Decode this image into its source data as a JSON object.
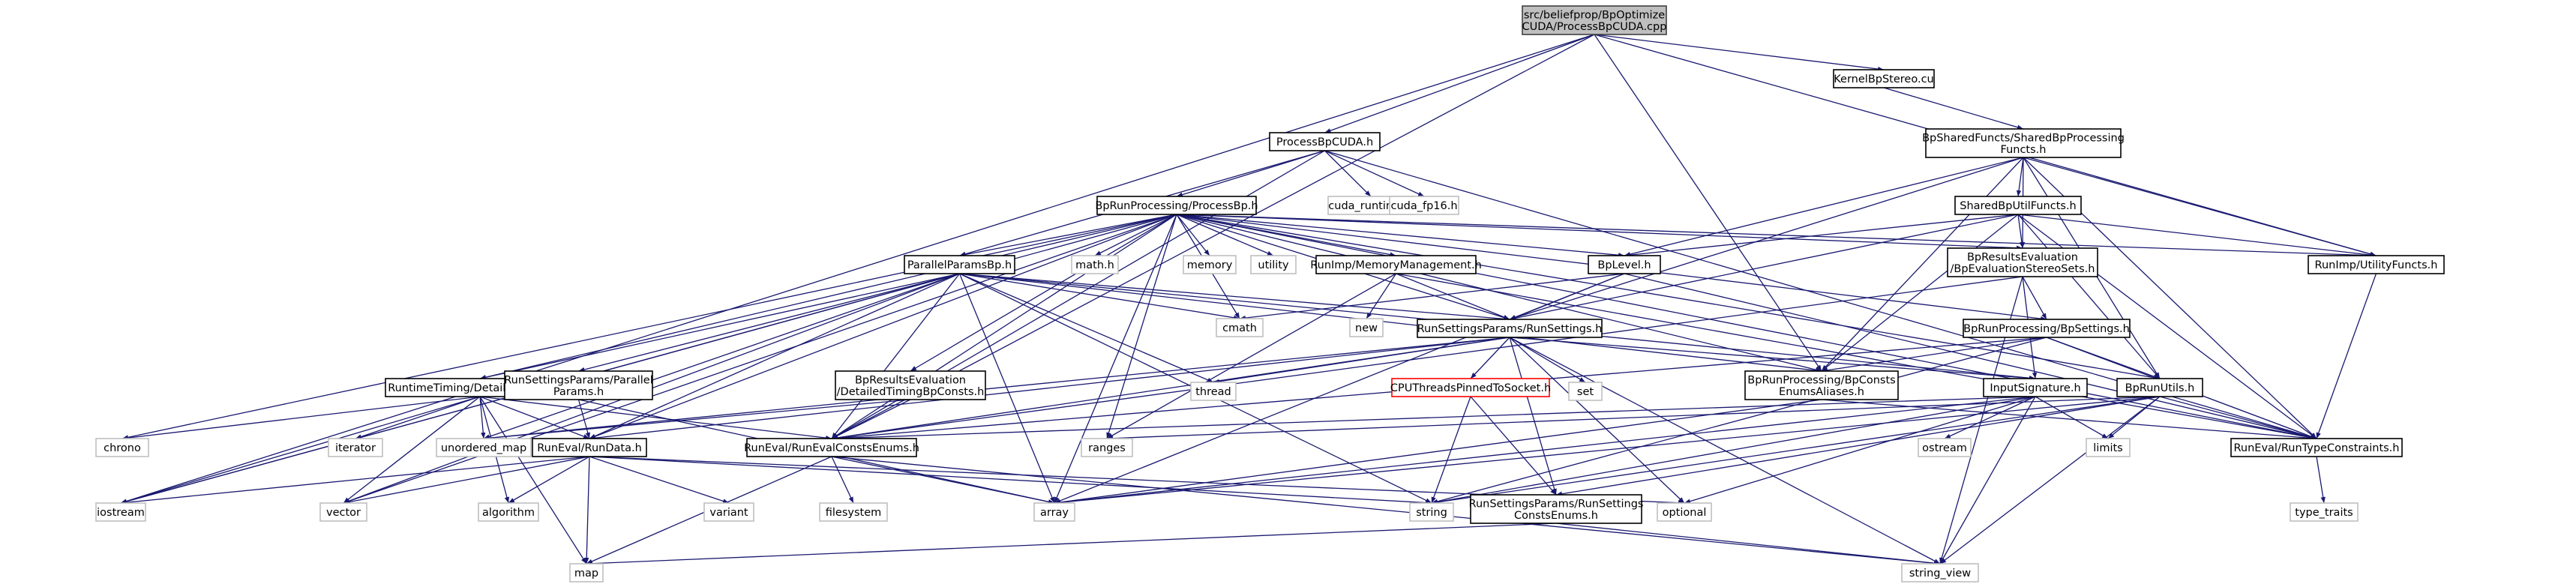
{
  "colors": {
    "edge": "#191970",
    "root_fill": "#bfbfbf",
    "root_stroke": "#404040",
    "local_stroke": "#000000",
    "missing_stroke": "#bfbfbf",
    "red_stroke": "#ff0000",
    "label": "#000000"
  },
  "graph": {
    "nodes": [
      {
        "id": "root",
        "kind": "root",
        "lines": [
          "src/beliefprop/BpOptimize",
          "CUDA/ProcessBpCUDA.cpp"
        ]
      },
      {
        "id": "processbpcuda_h",
        "kind": "local",
        "lines": [
          "ProcessBpCUDA.h"
        ]
      },
      {
        "id": "kernelbpstereo",
        "kind": "local",
        "lines": [
          "KernelBpStereo.cu"
        ]
      },
      {
        "id": "sharedbpprocessing",
        "kind": "local",
        "lines": [
          "BpSharedFuncts/SharedBpProcessing",
          "Functs.h"
        ]
      },
      {
        "id": "processbp_h",
        "kind": "local",
        "lines": [
          "BpRunProcessing/ProcessBp.h"
        ]
      },
      {
        "id": "cuda_runtime",
        "kind": "missing",
        "lines": [
          "cuda_runtime.h"
        ]
      },
      {
        "id": "cuda_fp16",
        "kind": "missing",
        "lines": [
          "cuda_fp16.h"
        ]
      },
      {
        "id": "sharedbputil",
        "kind": "local",
        "lines": [
          "SharedBpUtilFuncts.h"
        ]
      },
      {
        "id": "parallelparamsbp",
        "kind": "local",
        "lines": [
          "ParallelParamsBp.h"
        ]
      },
      {
        "id": "mathh",
        "kind": "missing",
        "lines": [
          "math.h"
        ]
      },
      {
        "id": "memory",
        "kind": "missing",
        "lines": [
          "memory"
        ]
      },
      {
        "id": "utility",
        "kind": "missing",
        "lines": [
          "utility"
        ]
      },
      {
        "id": "memorymanagement",
        "kind": "local",
        "lines": [
          "RunImp/MemoryManagement.h"
        ]
      },
      {
        "id": "bplevel",
        "kind": "local",
        "lines": [
          "BpLevel.h"
        ]
      },
      {
        "id": "bpevaluation",
        "kind": "local",
        "lines": [
          "BpResultsEvaluation",
          "/BpEvaluationStereoSets.h"
        ]
      },
      {
        "id": "utilityfuncts",
        "kind": "local",
        "lines": [
          "RunImp/UtilityFuncts.h"
        ]
      },
      {
        "id": "cmath",
        "kind": "missing",
        "lines": [
          "cmath"
        ]
      },
      {
        "id": "new",
        "kind": "missing",
        "lines": [
          "new"
        ]
      },
      {
        "id": "runsettings",
        "kind": "local",
        "lines": [
          "RunSettingsParams/RunSettings.h"
        ]
      },
      {
        "id": "bpsettings",
        "kind": "local",
        "lines": [
          "BpRunProcessing/BpSettings.h"
        ]
      },
      {
        "id": "detailedtimings",
        "kind": "local",
        "lines": [
          "RuntimeTiming/DetailedTimings.h"
        ]
      },
      {
        "id": "runsettingsparallel",
        "kind": "local",
        "lines": [
          "RunSettingsParams/Parallel",
          "Params.h"
        ]
      },
      {
        "id": "detailedtimingbpconsts",
        "kind": "local",
        "lines": [
          "BpResultsEvaluation",
          "/DetailedTimingBpConsts.h"
        ]
      },
      {
        "id": "thread",
        "kind": "missing",
        "lines": [
          "thread"
        ]
      },
      {
        "id": "cputhreads",
        "kind": "red",
        "lines": [
          "CPUThreadsPinnedToSocket.h"
        ]
      },
      {
        "id": "set",
        "kind": "missing",
        "lines": [
          "set"
        ]
      },
      {
        "id": "bpconstsenums",
        "kind": "local",
        "lines": [
          "BpRunProcessing/BpConsts",
          "EnumsAliases.h"
        ]
      },
      {
        "id": "inputsignature",
        "kind": "local",
        "lines": [
          "InputSignature.h"
        ]
      },
      {
        "id": "bprunutils",
        "kind": "local",
        "lines": [
          "BpRunUtils.h"
        ]
      },
      {
        "id": "chrono",
        "kind": "missing",
        "lines": [
          "chrono"
        ]
      },
      {
        "id": "iterator",
        "kind": "missing",
        "lines": [
          "iterator"
        ]
      },
      {
        "id": "unordered_map",
        "kind": "missing",
        "lines": [
          "unordered_map"
        ]
      },
      {
        "id": "rundata",
        "kind": "local",
        "lines": [
          "RunEval/RunData.h"
        ]
      },
      {
        "id": "runevalconsts",
        "kind": "local",
        "lines": [
          "RunEval/RunEvalConstsEnums.h"
        ]
      },
      {
        "id": "ranges",
        "kind": "missing",
        "lines": [
          "ranges"
        ]
      },
      {
        "id": "ostream",
        "kind": "missing",
        "lines": [
          "ostream"
        ]
      },
      {
        "id": "limits",
        "kind": "missing",
        "lines": [
          "limits"
        ]
      },
      {
        "id": "runtypeconstraints",
        "kind": "local",
        "lines": [
          "RunEval/RunTypeConstraints.h"
        ]
      },
      {
        "id": "iostream",
        "kind": "missing",
        "lines": [
          "iostream"
        ]
      },
      {
        "id": "vector",
        "kind": "missing",
        "lines": [
          "vector"
        ]
      },
      {
        "id": "algorithm",
        "kind": "missing",
        "lines": [
          "algorithm"
        ]
      },
      {
        "id": "variant",
        "kind": "missing",
        "lines": [
          "variant"
        ]
      },
      {
        "id": "filesystem",
        "kind": "missing",
        "lines": [
          "filesystem"
        ]
      },
      {
        "id": "array",
        "kind": "missing",
        "lines": [
          "array"
        ]
      },
      {
        "id": "string",
        "kind": "missing",
        "lines": [
          "string"
        ]
      },
      {
        "id": "runsettingsconsts",
        "kind": "local",
        "lines": [
          "RunSettingsParams/RunSettings",
          "ConstsEnums.h"
        ]
      },
      {
        "id": "optional",
        "kind": "missing",
        "lines": [
          "optional"
        ]
      },
      {
        "id": "type_traits",
        "kind": "missing",
        "lines": [
          "type_traits"
        ]
      },
      {
        "id": "map",
        "kind": "missing",
        "lines": [
          "map"
        ]
      },
      {
        "id": "string_view",
        "kind": "missing",
        "lines": [
          "string_view"
        ]
      }
    ],
    "edges": [
      [
        "root",
        "processbpcuda_h"
      ],
      [
        "root",
        "kernelbpstereo"
      ],
      [
        "root",
        "utilityfuncts"
      ],
      [
        "root",
        "iostream"
      ],
      [
        "root",
        "bpconstsenums"
      ],
      [
        "root",
        "runevalconsts"
      ],
      [
        "kernelbpstereo",
        "sharedbpprocessing"
      ],
      [
        "processbpcuda_h",
        "processbp_h"
      ],
      [
        "processbpcuda_h",
        "cuda_runtime"
      ],
      [
        "processbpcuda_h",
        "cuda_fp16"
      ],
      [
        "processbpcuda_h",
        "parallelparamsbp"
      ],
      [
        "processbpcuda_h",
        "runevalconsts"
      ],
      [
        "processbpcuda_h",
        "runtypeconstraints"
      ],
      [
        "sharedbpprocessing",
        "sharedbputil"
      ],
      [
        "sharedbpprocessing",
        "bplevel"
      ],
      [
        "sharedbpprocessing",
        "bpevaluation"
      ],
      [
        "sharedbpprocessing",
        "utilityfuncts"
      ],
      [
        "sharedbpprocessing",
        "runsettings"
      ],
      [
        "sharedbpprocessing",
        "bpconstsenums"
      ],
      [
        "sharedbpprocessing",
        "bprunutils"
      ],
      [
        "sharedbpprocessing",
        "runtypeconstraints"
      ],
      [
        "sharedbputil",
        "bplevel"
      ],
      [
        "sharedbputil",
        "bpevaluation"
      ],
      [
        "sharedbputil",
        "utilityfuncts"
      ],
      [
        "sharedbputil",
        "runsettings"
      ],
      [
        "sharedbputil",
        "bpconstsenums"
      ],
      [
        "sharedbputil",
        "bprunutils"
      ],
      [
        "sharedbputil",
        "runtypeconstraints"
      ],
      [
        "processbp_h",
        "parallelparamsbp"
      ],
      [
        "processbp_h",
        "mathh"
      ],
      [
        "processbp_h",
        "memory"
      ],
      [
        "processbp_h",
        "utility"
      ],
      [
        "processbp_h",
        "memorymanagement"
      ],
      [
        "processbp_h",
        "bplevel"
      ],
      [
        "processbp_h",
        "bpevaluation"
      ],
      [
        "processbp_h",
        "utilityfuncts"
      ],
      [
        "processbp_h",
        "runsettings"
      ],
      [
        "processbp_h",
        "bpsettings"
      ],
      [
        "processbp_h",
        "detailedtimings"
      ],
      [
        "processbp_h",
        "detailedtimingbpconsts"
      ],
      [
        "processbp_h",
        "bpconstsenums"
      ],
      [
        "processbp_h",
        "bprunutils"
      ],
      [
        "processbp_h",
        "runtypeconstraints"
      ],
      [
        "processbp_h",
        "rundata"
      ],
      [
        "processbp_h",
        "runevalconsts"
      ],
      [
        "processbp_h",
        "ranges"
      ],
      [
        "processbp_h",
        "array"
      ],
      [
        "processbp_h",
        "iostream"
      ],
      [
        "processbp_h",
        "chrono"
      ],
      [
        "processbp_h",
        "vector"
      ],
      [
        "processbp_h",
        "cmath"
      ],
      [
        "parallelparamsbp",
        "runsettingsparallel"
      ],
      [
        "parallelparamsbp",
        "runsettings"
      ],
      [
        "parallelparamsbp",
        "detailedtimings"
      ],
      [
        "parallelparamsbp",
        "bpconstsenums"
      ],
      [
        "parallelparamsbp",
        "runevalconsts"
      ],
      [
        "parallelparamsbp",
        "rundata"
      ],
      [
        "parallelparamsbp",
        "cmath"
      ],
      [
        "parallelparamsbp",
        "thread"
      ],
      [
        "parallelparamsbp",
        "array"
      ],
      [
        "parallelparamsbp",
        "string"
      ],
      [
        "parallelparamsbp",
        "vector"
      ],
      [
        "parallelparamsbp",
        "unordered_map"
      ],
      [
        "parallelparamsbp",
        "iostream"
      ],
      [
        "parallelparamsbp",
        "inputsignature"
      ],
      [
        "memorymanagement",
        "new"
      ],
      [
        "memorymanagement",
        "ranges"
      ],
      [
        "memorymanagement",
        "runtypeconstraints"
      ],
      [
        "memorymanagement",
        "runsettings"
      ],
      [
        "bplevel",
        "cmath"
      ],
      [
        "bplevel",
        "runsettings"
      ],
      [
        "bplevel",
        "runtypeconstraints"
      ],
      [
        "bplevel",
        "array"
      ],
      [
        "bpevaluation",
        "bpsettings"
      ],
      [
        "bpevaluation",
        "inputsignature"
      ],
      [
        "bpevaluation",
        "string_view"
      ],
      [
        "bpevaluation",
        "runevalconsts"
      ],
      [
        "utilityfuncts",
        "runtypeconstraints"
      ],
      [
        "runsettings",
        "thread"
      ],
      [
        "runsettings",
        "cputhreads"
      ],
      [
        "runsettings",
        "set"
      ],
      [
        "runsettings",
        "runsettingsconsts"
      ],
      [
        "runsettings",
        "inputsignature"
      ],
      [
        "runsettings",
        "rundata"
      ],
      [
        "runsettings",
        "runevalconsts"
      ],
      [
        "runsettings",
        "optional"
      ],
      [
        "runsettings",
        "string_view"
      ],
      [
        "runsettings",
        "unordered_map"
      ],
      [
        "bpsettings",
        "bpconstsenums"
      ],
      [
        "bpsettings",
        "bprunutils"
      ],
      [
        "bpsettings",
        "runtypeconstraints"
      ],
      [
        "bpsettings",
        "runevalconsts"
      ],
      [
        "bpsettings",
        "string"
      ],
      [
        "detailedtimings",
        "chrono"
      ],
      [
        "detailedtimings",
        "iterator"
      ],
      [
        "detailedtimings",
        "unordered_map"
      ],
      [
        "detailedtimings",
        "rundata"
      ],
      [
        "detailedtimings",
        "iostream"
      ],
      [
        "detailedtimings",
        "vector"
      ],
      [
        "detailedtimings",
        "algorithm"
      ],
      [
        "detailedtimings",
        "map"
      ],
      [
        "detailedtimings",
        "runevalconsts"
      ],
      [
        "runsettingsparallel",
        "rundata"
      ],
      [
        "runsettingsparallel",
        "array"
      ],
      [
        "detailedtimingbpconsts",
        "runevalconsts"
      ],
      [
        "detailedtimingbpconsts",
        "unordered_map"
      ],
      [
        "cputhreads",
        "string"
      ],
      [
        "cputhreads",
        "runsettingsconsts"
      ],
      [
        "bpconstsenums",
        "runtypeconstraints"
      ],
      [
        "bpconstsenums",
        "array"
      ],
      [
        "inputsignature",
        "ostream"
      ],
      [
        "inputsignature",
        "limits"
      ],
      [
        "inputsignature",
        "array"
      ],
      [
        "inputsignature",
        "string"
      ],
      [
        "inputsignature",
        "string_view"
      ],
      [
        "inputsignature",
        "optional"
      ],
      [
        "inputsignature",
        "runevalconsts"
      ],
      [
        "bprunutils",
        "runtypeconstraints"
      ],
      [
        "bprunutils",
        "limits"
      ],
      [
        "bprunutils",
        "string"
      ],
      [
        "bprunutils",
        "string_view"
      ],
      [
        "bprunutils",
        "array"
      ],
      [
        "bprunutils",
        "runsettingsconsts"
      ],
      [
        "bprunutils",
        "ranges"
      ],
      [
        "rundata",
        "iostream"
      ],
      [
        "rundata",
        "vector"
      ],
      [
        "rundata",
        "algorithm"
      ],
      [
        "rundata",
        "variant"
      ],
      [
        "rundata",
        "map"
      ],
      [
        "rundata",
        "string"
      ],
      [
        "rundata",
        "optional"
      ],
      [
        "runevalconsts",
        "filesystem"
      ],
      [
        "runevalconsts",
        "array"
      ],
      [
        "runevalconsts",
        "map"
      ],
      [
        "runevalconsts",
        "string_view"
      ],
      [
        "runsettingsconsts",
        "map"
      ],
      [
        "runsettingsconsts",
        "string_view"
      ],
      [
        "runtypeconstraints",
        "type_traits"
      ]
    ]
  }
}
